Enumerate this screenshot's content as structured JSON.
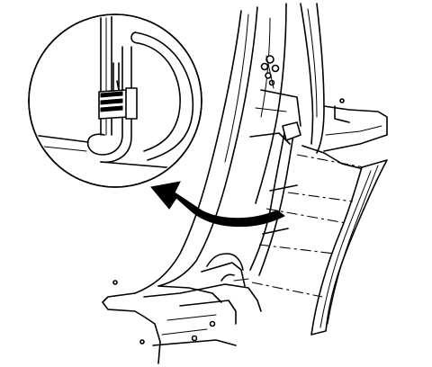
{
  "figure": {
    "type": "technical-line-illustration",
    "background": "#ffffff",
    "stroke_color": "#000000",
    "parts": [
      {
        "name": "body-pillar",
        "icon": "pillar-icon"
      },
      {
        "name": "weatherstrip",
        "icon": "weatherstrip-icon"
      },
      {
        "name": "push-pin-retainer",
        "icon": "retainer-clip-icon"
      },
      {
        "name": "detail-magnifier",
        "icon": "magnifier-circle-icon"
      },
      {
        "name": "callout-arrow",
        "icon": "curved-arrow-icon"
      },
      {
        "name": "alignment-lines",
        "icon": "dash-dot-line-icon"
      }
    ]
  }
}
